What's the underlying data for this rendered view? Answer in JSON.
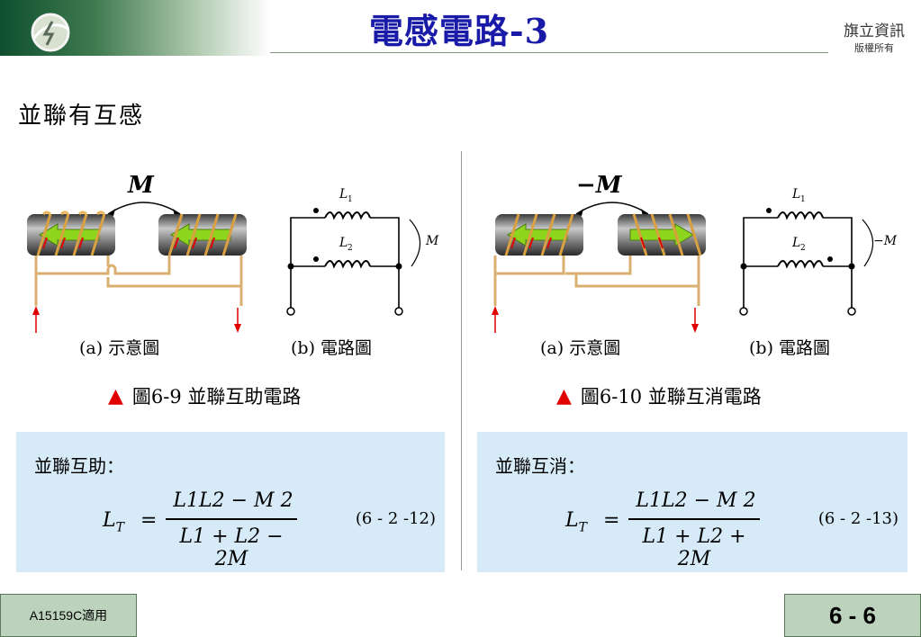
{
  "header": {
    "title": "電感電路-3",
    "publisher": "旗立資訊",
    "copyright": "版權所有"
  },
  "section_title": "並聯有互感",
  "left": {
    "m_label": "M",
    "l1": "L",
    "l1_sub": "1",
    "l2": "L",
    "l2_sub": "2",
    "m_side": "M",
    "cap_a": "(a) 示意圖",
    "cap_b": "(b) 電路圖",
    "figure": "圖6-9  並聯互助電路",
    "formula_label": "並聯互助：",
    "formula_lhs": "L",
    "formula_lhs_sub": "T",
    "formula_num": "L1L2 − M 2",
    "formula_den": "L1 + L2 − 2M",
    "eq_number": "(6 - 2 -12)"
  },
  "right": {
    "m_label": "−M",
    "l1": "L",
    "l1_sub": "1",
    "l2": "L",
    "l2_sub": "2",
    "m_side": "−M",
    "cap_a": "(a) 示意圖",
    "cap_b": "(b) 電路圖",
    "figure": "圖6-10  並聯互消電路",
    "formula_label": "並聯互消：",
    "formula_lhs": "L",
    "formula_lhs_sub": "T",
    "formula_num": "L1L2 − M 2",
    "formula_den": "L1 + L2 + 2M",
    "eq_number": "(6 - 2 -13)"
  },
  "footer": {
    "left": "A15159C適用",
    "page": "6 - 6"
  },
  "colors": {
    "title": "#1a1aa8",
    "marker": "#e00000",
    "formula_bg": "#d6eaf8",
    "footer_bg": "#bcd2bc"
  }
}
